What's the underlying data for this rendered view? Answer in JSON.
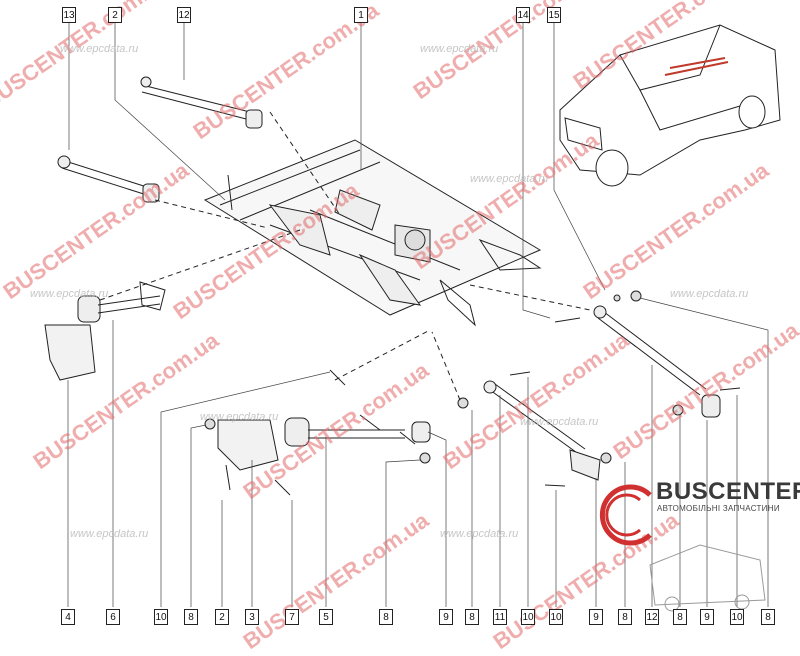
{
  "callouts": {
    "top": [
      "13",
      "2",
      "12",
      "1",
      "14",
      "15"
    ],
    "bottom": [
      "4",
      "6",
      "10",
      "8",
      "2",
      "3",
      "7",
      "5",
      "8",
      "9",
      "8",
      "11",
      "10",
      "10",
      "9",
      "8",
      "12",
      "8",
      "9",
      "10",
      "8"
    ]
  },
  "watermarks": {
    "site": "BUSCENTER.com.ua",
    "epc": "www.epcdata.ru"
  },
  "logo": {
    "name": "BUSCENTER",
    "tagline": "АВТОМОБІЛЬНІ ЗАПЧАСТИНИ",
    "colors": {
      "ring": "#d03030",
      "text": "#3a3a3a"
    }
  },
  "colors": {
    "watermark_red": "#e26a6a",
    "watermark_grey": "#b7b7b7",
    "line": "#222222"
  }
}
